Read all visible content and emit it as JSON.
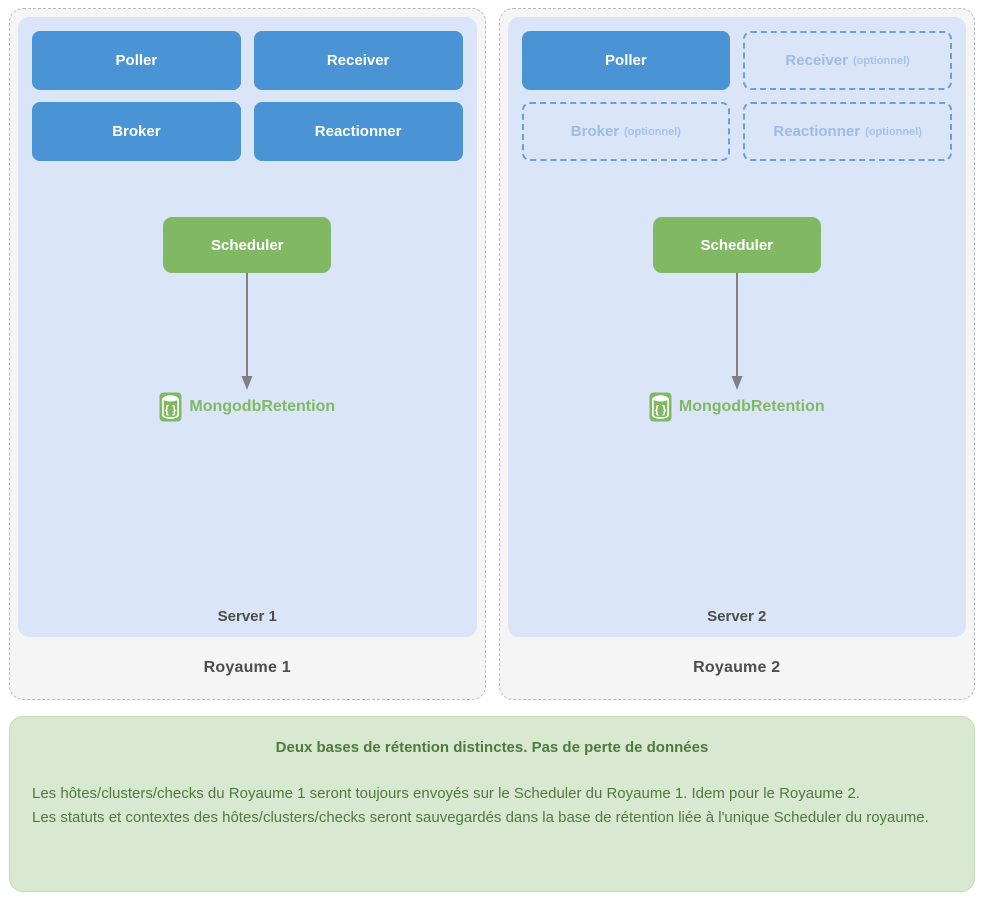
{
  "realms": [
    {
      "name": "Royaume 1",
      "server": {
        "label": "Server 1",
        "daemons": [
          {
            "label": "Poller",
            "optional": false,
            "optional_tag": ""
          },
          {
            "label": "Receiver",
            "optional": false,
            "optional_tag": ""
          },
          {
            "label": "Broker",
            "optional": false,
            "optional_tag": ""
          },
          {
            "label": "Reactionner",
            "optional": false,
            "optional_tag": ""
          }
        ],
        "scheduler": {
          "label": "Scheduler"
        },
        "database": {
          "label": "MongodbRetention",
          "icon": "database-icon"
        }
      }
    },
    {
      "name": "Royaume 2",
      "server": {
        "label": "Server 2",
        "daemons": [
          {
            "label": "Poller",
            "optional": false,
            "optional_tag": ""
          },
          {
            "label": "Receiver",
            "optional": true,
            "optional_tag": "(optionnel)"
          },
          {
            "label": "Broker",
            "optional": true,
            "optional_tag": "(optionnel)"
          },
          {
            "label": "Reactionner",
            "optional": true,
            "optional_tag": "(optionnel)"
          }
        ],
        "scheduler": {
          "label": "Scheduler"
        },
        "database": {
          "label": "MongodbRetention",
          "icon": "database-icon"
        }
      }
    }
  ],
  "note": {
    "title": "Deux bases de rétention distinctes. Pas de perte de données",
    "line1": "Les hôtes/clusters/checks du Royaume 1 seront toujours envoyés sur le Scheduler du Royaume 1. Idem pour le Royaume 2.",
    "line2": "Les statuts et contextes des hôtes/clusters/checks seront sauvegardés dans la base de rétention liée à l'unique Scheduler du royaume."
  },
  "colors": {
    "daemon_solid": "#4a93d5",
    "daemon_optional_border": "#6d9ddb",
    "daemon_optional_text": "#9dbce4",
    "scheduler_green": "#81b864",
    "server_bg": "#dae6f8",
    "realm_bg": "#f5f5f5",
    "note_bg": "#d9e8d1",
    "note_text": "#4e7a3d",
    "arrow": "#808080"
  }
}
